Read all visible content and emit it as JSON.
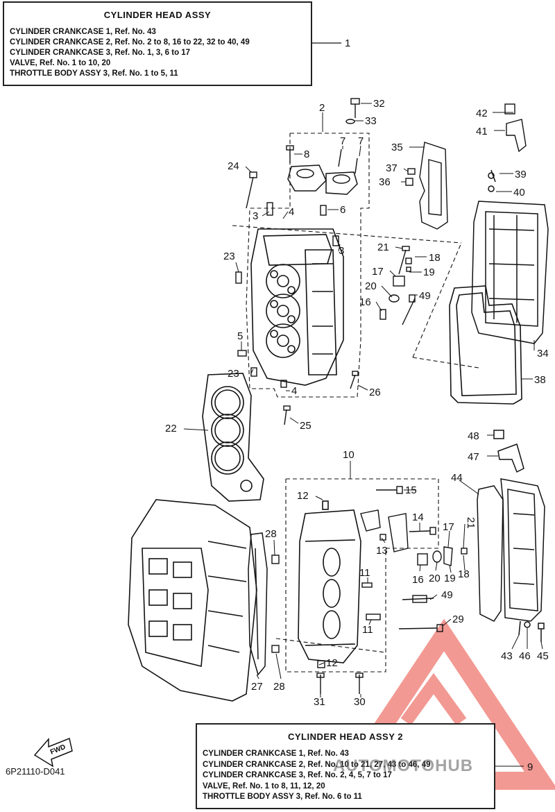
{
  "top_box": {
    "title": "CYLINDER HEAD ASSY",
    "lines": [
      "CYLINDER CRANKCASE 1,  Ref. No. 43",
      "CYLINDER CRANKCASE 2,  Ref. No. 2 to 8, 16 to 22, 32 to 40, 49",
      "CYLINDER CRANKCASE 3,  Ref. No. 1, 3, 6 to 17",
      "VALVE,  Ref. No. 1 to 10, 20",
      "THROTTLE BODY ASSY 3, Ref. No. 1 to 5, 11"
    ],
    "ref": "1"
  },
  "bottom_box": {
    "title": "CYLINDER  HEAD ASSY 2",
    "lines": [
      "CYLINDER CRANKCASE 1,  Ref. No. 43",
      "CYLINDER CRANKCASE 2,  Ref. No. 10 to 21, 27, 43 to 46, 49",
      "CYLINDER CRANKCASE 3,  Ref. No. 2, 4, 5, 7 to 17",
      "VALVE,  Ref. No. 1 to 8, 11, 12, 20",
      "THROTTLE BODY ASSY 3,  Ref. No. 6 to 11"
    ],
    "ref": "9"
  },
  "drawing_code": "6P21110-D041",
  "fwd_label": "FWD",
  "watermark_text": "AUTOMOTOHUB",
  "colors": {
    "line": "#111111",
    "watermark": "#e8463c"
  },
  "callouts": [
    {
      "id": "c32",
      "text": "32"
    },
    {
      "id": "c33",
      "text": "33"
    },
    {
      "id": "c2",
      "text": "2"
    },
    {
      "id": "c42",
      "text": "42"
    },
    {
      "id": "c41",
      "text": "41"
    },
    {
      "id": "c8",
      "text": "8"
    },
    {
      "id": "c7a",
      "text": "7"
    },
    {
      "id": "c7b",
      "text": "7"
    },
    {
      "id": "c35",
      "text": "35"
    },
    {
      "id": "c24",
      "text": "24"
    },
    {
      "id": "c37",
      "text": "37"
    },
    {
      "id": "c36",
      "text": "36"
    },
    {
      "id": "c39",
      "text": "39"
    },
    {
      "id": "c40",
      "text": "40"
    },
    {
      "id": "c3a",
      "text": "3"
    },
    {
      "id": "c4a",
      "text": "4"
    },
    {
      "id": "c6",
      "text": "6"
    },
    {
      "id": "c3b",
      "text": "3"
    },
    {
      "id": "c21a",
      "text": "21"
    },
    {
      "id": "c18a",
      "text": "18"
    },
    {
      "id": "c19a",
      "text": "19"
    },
    {
      "id": "c23a",
      "text": "23"
    },
    {
      "id": "c17a",
      "text": "17"
    },
    {
      "id": "c20a",
      "text": "20"
    },
    {
      "id": "c49a",
      "text": "49"
    },
    {
      "id": "c16a",
      "text": "16"
    },
    {
      "id": "c5",
      "text": "5"
    },
    {
      "id": "c34",
      "text": "34"
    },
    {
      "id": "c23b",
      "text": "23"
    },
    {
      "id": "c38",
      "text": "38"
    },
    {
      "id": "c4b",
      "text": "4"
    },
    {
      "id": "c26",
      "text": "26"
    },
    {
      "id": "c22",
      "text": "22"
    },
    {
      "id": "c25",
      "text": "25"
    },
    {
      "id": "c48",
      "text": "48"
    },
    {
      "id": "c47",
      "text": "47"
    },
    {
      "id": "c10",
      "text": "10"
    },
    {
      "id": "c44",
      "text": "44"
    },
    {
      "id": "c12a",
      "text": "12"
    },
    {
      "id": "c15",
      "text": "15"
    },
    {
      "id": "c14",
      "text": "14"
    },
    {
      "id": "c28a",
      "text": "28"
    },
    {
      "id": "c13",
      "text": "13"
    },
    {
      "id": "c17b",
      "text": "17"
    },
    {
      "id": "c21b",
      "text": "21"
    },
    {
      "id": "c11a",
      "text": "11"
    },
    {
      "id": "c16b",
      "text": "16"
    },
    {
      "id": "c20b",
      "text": "20"
    },
    {
      "id": "c19b",
      "text": "19"
    },
    {
      "id": "c18b",
      "text": "18"
    },
    {
      "id": "c49b",
      "text": "49"
    },
    {
      "id": "c11b",
      "text": "11"
    },
    {
      "id": "c29",
      "text": "29"
    },
    {
      "id": "c12b",
      "text": "12"
    },
    {
      "id": "c43",
      "text": "43"
    },
    {
      "id": "c46",
      "text": "46"
    },
    {
      "id": "c45",
      "text": "45"
    },
    {
      "id": "c27",
      "text": "27"
    },
    {
      "id": "c28b",
      "text": "28"
    },
    {
      "id": "c31",
      "text": "31"
    },
    {
      "id": "c30",
      "text": "30"
    }
  ]
}
